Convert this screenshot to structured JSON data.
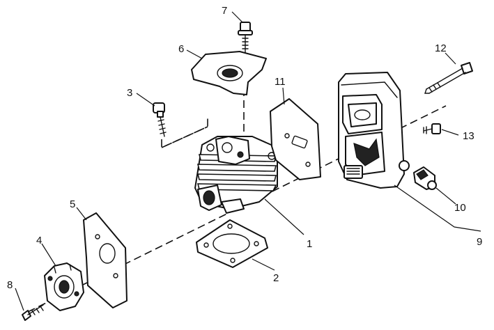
{
  "callouts": [
    {
      "id": "1",
      "label": "1"
    },
    {
      "id": "2",
      "label": "2"
    },
    {
      "id": "3",
      "label": "3"
    },
    {
      "id": "4",
      "label": "4"
    },
    {
      "id": "5",
      "label": "5"
    },
    {
      "id": "6",
      "label": "6"
    },
    {
      "id": "7",
      "label": "7"
    },
    {
      "id": "8",
      "label": "8"
    },
    {
      "id": "9",
      "label": "9"
    },
    {
      "id": "10",
      "label": "10"
    },
    {
      "id": "11",
      "label": "11"
    },
    {
      "id": "12",
      "label": "12"
    },
    {
      "id": "13",
      "label": "13"
    }
  ],
  "colors": {
    "line": "#111111",
    "background": "#ffffff"
  }
}
